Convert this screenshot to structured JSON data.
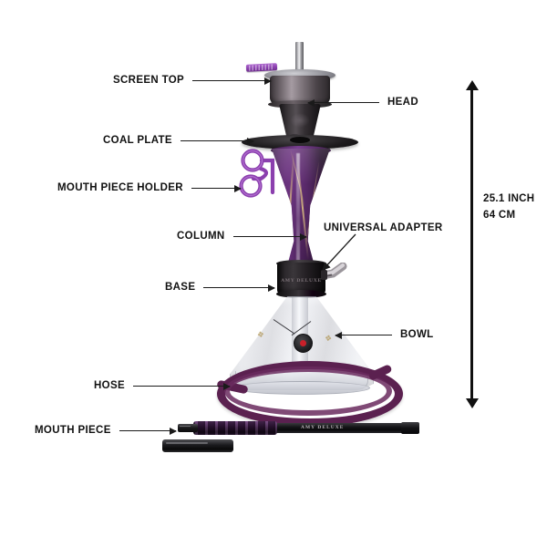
{
  "page": {
    "background_color": "#ffffff",
    "subject": "AMY Deluxe hookah exploded part diagram"
  },
  "product": {
    "brand_text_base": "AMY DELUXE",
    "brand_text_mouthpiece": "AMY DELUXE",
    "colors": {
      "hose_purple": "#5b2150",
      "column_purple": "#4a2159",
      "column_gold_vein": "#d6b46e",
      "accent_tab_purple": "#8a3fae",
      "metal_silver": "#a59ba2",
      "black_body": "#141416",
      "glass_clear": "#e8eaf0",
      "medallion_red": "#c8202a"
    }
  },
  "callouts": [
    {
      "id": "screen-top",
      "label": "SCREEN TOP",
      "side": "left",
      "arrow": "to-right"
    },
    {
      "id": "head",
      "label": "HEAD",
      "side": "right",
      "arrow": "to-left"
    },
    {
      "id": "coal-plate",
      "label": "COAL PLATE",
      "side": "left",
      "arrow": "to-right"
    },
    {
      "id": "mouth-piece-holder",
      "label": "MOUTH PIECE HOLDER",
      "side": "left",
      "arrow": "to-right"
    },
    {
      "id": "column",
      "label": "COLUMN",
      "side": "left",
      "arrow": "to-right"
    },
    {
      "id": "universal-adapter",
      "label": "UNIVERSAL ADAPTER",
      "side": "right",
      "arrow": "diagonal"
    },
    {
      "id": "base",
      "label": "BASE",
      "side": "left",
      "arrow": "to-right"
    },
    {
      "id": "bowl",
      "label": "BOWL",
      "side": "right",
      "arrow": "to-left"
    },
    {
      "id": "hose",
      "label": "HOSE",
      "side": "left",
      "arrow": "to-right"
    },
    {
      "id": "mouth-piece",
      "label": "MOUTH PIECE",
      "side": "left",
      "arrow": "to-right"
    }
  ],
  "dimension": {
    "value_inch": "25.1 INCH",
    "value_cm": "64 CM",
    "arrow_style": "double-headed-vertical"
  }
}
